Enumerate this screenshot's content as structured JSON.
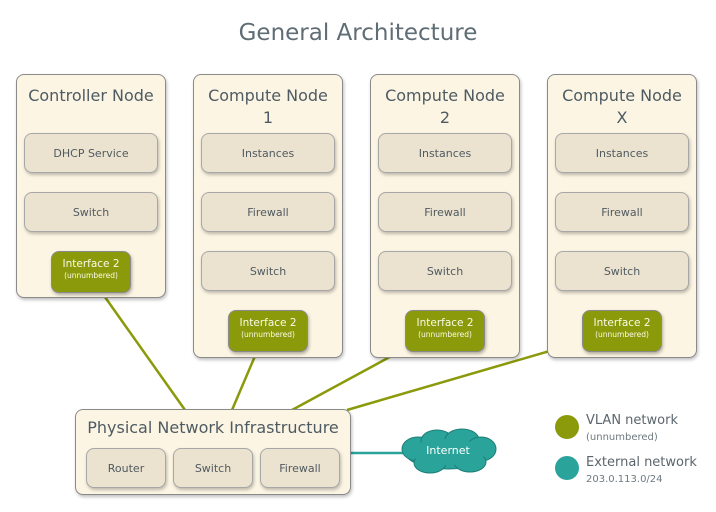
{
  "title": "General Architecture",
  "controller": {
    "title": "Controller Node",
    "services": [
      "DHCP Service",
      "Switch"
    ],
    "interface": {
      "name": "Interface 2",
      "note": "(unnumbered)"
    }
  },
  "compute": [
    {
      "title_line1": "Compute Node",
      "title_line2": "1",
      "services": [
        "Instances",
        "Firewall",
        "Switch"
      ],
      "interface": {
        "name": "Interface 2",
        "note": "(unnumbered)"
      }
    },
    {
      "title_line1": "Compute Node",
      "title_line2": "2",
      "services": [
        "Instances",
        "Firewall",
        "Switch"
      ],
      "interface": {
        "name": "Interface 2",
        "note": "(unnumbered)"
      }
    },
    {
      "title_line1": "Compute Node",
      "title_line2": "X",
      "services": [
        "Instances",
        "Firewall",
        "Switch"
      ],
      "interface": {
        "name": "Interface 2",
        "note": "(unnumbered)"
      }
    }
  ],
  "infrastructure": {
    "title": "Physical Network Infrastructure",
    "items": [
      "Router",
      "Switch",
      "Firewall"
    ]
  },
  "internet": {
    "label": "Internet"
  },
  "legend": {
    "vlan": {
      "label": "VLAN network",
      "sub": "(unnumbered)",
      "color": "#8a9a0a"
    },
    "external": {
      "label": "External network",
      "sub": "203.0.113.0/24",
      "color": "#2aa39a"
    }
  },
  "colors": {
    "vlan": "#8a9a0a",
    "external": "#2aa39a",
    "internal_link": "#5f6d75"
  }
}
